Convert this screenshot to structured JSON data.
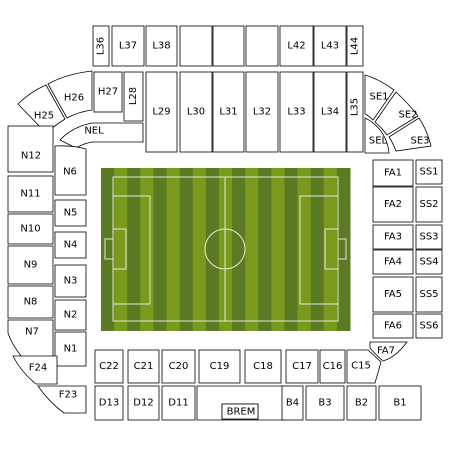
{
  "map_title": "",
  "pitch": {
    "stripe_dark": "#5a7a24",
    "stripe_light": "#7a9a1e",
    "stripes": 19,
    "line_color": "#e8e8d8"
  },
  "colors": {
    "section_fill": "#ffffff",
    "section_stroke": "#000000",
    "background": "#ffffff"
  },
  "sections": [
    {
      "id": "L36",
      "label": "L36",
      "vertical": true
    },
    {
      "id": "L37",
      "label": "L37"
    },
    {
      "id": "L38",
      "label": "L38"
    },
    {
      "id": "L39",
      "label": ""
    },
    {
      "id": "L40",
      "label": ""
    },
    {
      "id": "L41",
      "label": ""
    },
    {
      "id": "L42",
      "label": "L42"
    },
    {
      "id": "L43",
      "label": "L43"
    },
    {
      "id": "L44",
      "label": "L44",
      "vertical": true
    },
    {
      "id": "H27",
      "label": "H27"
    },
    {
      "id": "L28",
      "label": "L28",
      "vertical": true
    },
    {
      "id": "L29",
      "label": "L29"
    },
    {
      "id": "L30",
      "label": "L30"
    },
    {
      "id": "L31",
      "label": "L31"
    },
    {
      "id": "L32",
      "label": "L32"
    },
    {
      "id": "L33",
      "label": "L33"
    },
    {
      "id": "L34",
      "label": "L34"
    },
    {
      "id": "L35",
      "label": "L35",
      "vertical": true
    },
    {
      "id": "H26",
      "label": "H26"
    },
    {
      "id": "H25",
      "label": "H25"
    },
    {
      "id": "NEL",
      "label": "NEL"
    },
    {
      "id": "SE1",
      "label": "SE1"
    },
    {
      "id": "SE2",
      "label": "SE2"
    },
    {
      "id": "SE3",
      "label": "SE3"
    },
    {
      "id": "SEL",
      "label": "SEL"
    },
    {
      "id": "N12",
      "label": "N12"
    },
    {
      "id": "N11",
      "label": "N11"
    },
    {
      "id": "N10",
      "label": "N10"
    },
    {
      "id": "N9",
      "label": "N9"
    },
    {
      "id": "N8",
      "label": "N8"
    },
    {
      "id": "N7",
      "label": "N7"
    },
    {
      "id": "N6",
      "label": "N6"
    },
    {
      "id": "N5",
      "label": "N5"
    },
    {
      "id": "N4",
      "label": "N4"
    },
    {
      "id": "N3",
      "label": "N3"
    },
    {
      "id": "N2",
      "label": "N2"
    },
    {
      "id": "N1",
      "label": "N1"
    },
    {
      "id": "F24",
      "label": "F24"
    },
    {
      "id": "F23",
      "label": "F23"
    },
    {
      "id": "FA1",
      "label": "FA1"
    },
    {
      "id": "FA2",
      "label": "FA2"
    },
    {
      "id": "FA3",
      "label": "FA3"
    },
    {
      "id": "FA4",
      "label": "FA4"
    },
    {
      "id": "FA5",
      "label": "FA5"
    },
    {
      "id": "FA6",
      "label": "FA6"
    },
    {
      "id": "FA7",
      "label": "FA7"
    },
    {
      "id": "SS1",
      "label": "SS1"
    },
    {
      "id": "SS2",
      "label": "SS2"
    },
    {
      "id": "SS3",
      "label": "SS3"
    },
    {
      "id": "SS4",
      "label": "SS4"
    },
    {
      "id": "SS5",
      "label": "SS5"
    },
    {
      "id": "SS6",
      "label": "SS6"
    },
    {
      "id": "C22",
      "label": "C22"
    },
    {
      "id": "C21",
      "label": "C21"
    },
    {
      "id": "C20",
      "label": "C20"
    },
    {
      "id": "C19",
      "label": "C19"
    },
    {
      "id": "C18",
      "label": "C18"
    },
    {
      "id": "C17",
      "label": "C17"
    },
    {
      "id": "C16",
      "label": "C16"
    },
    {
      "id": "C15",
      "label": "C15"
    },
    {
      "id": "D13",
      "label": "D13"
    },
    {
      "id": "D12",
      "label": "D12"
    },
    {
      "id": "D11",
      "label": "D11"
    },
    {
      "id": "BREM",
      "label": "BREM"
    },
    {
      "id": "B4",
      "label": "B4"
    },
    {
      "id": "B3",
      "label": "B3"
    },
    {
      "id": "B2",
      "label": "B2"
    },
    {
      "id": "B1",
      "label": "B1"
    }
  ]
}
